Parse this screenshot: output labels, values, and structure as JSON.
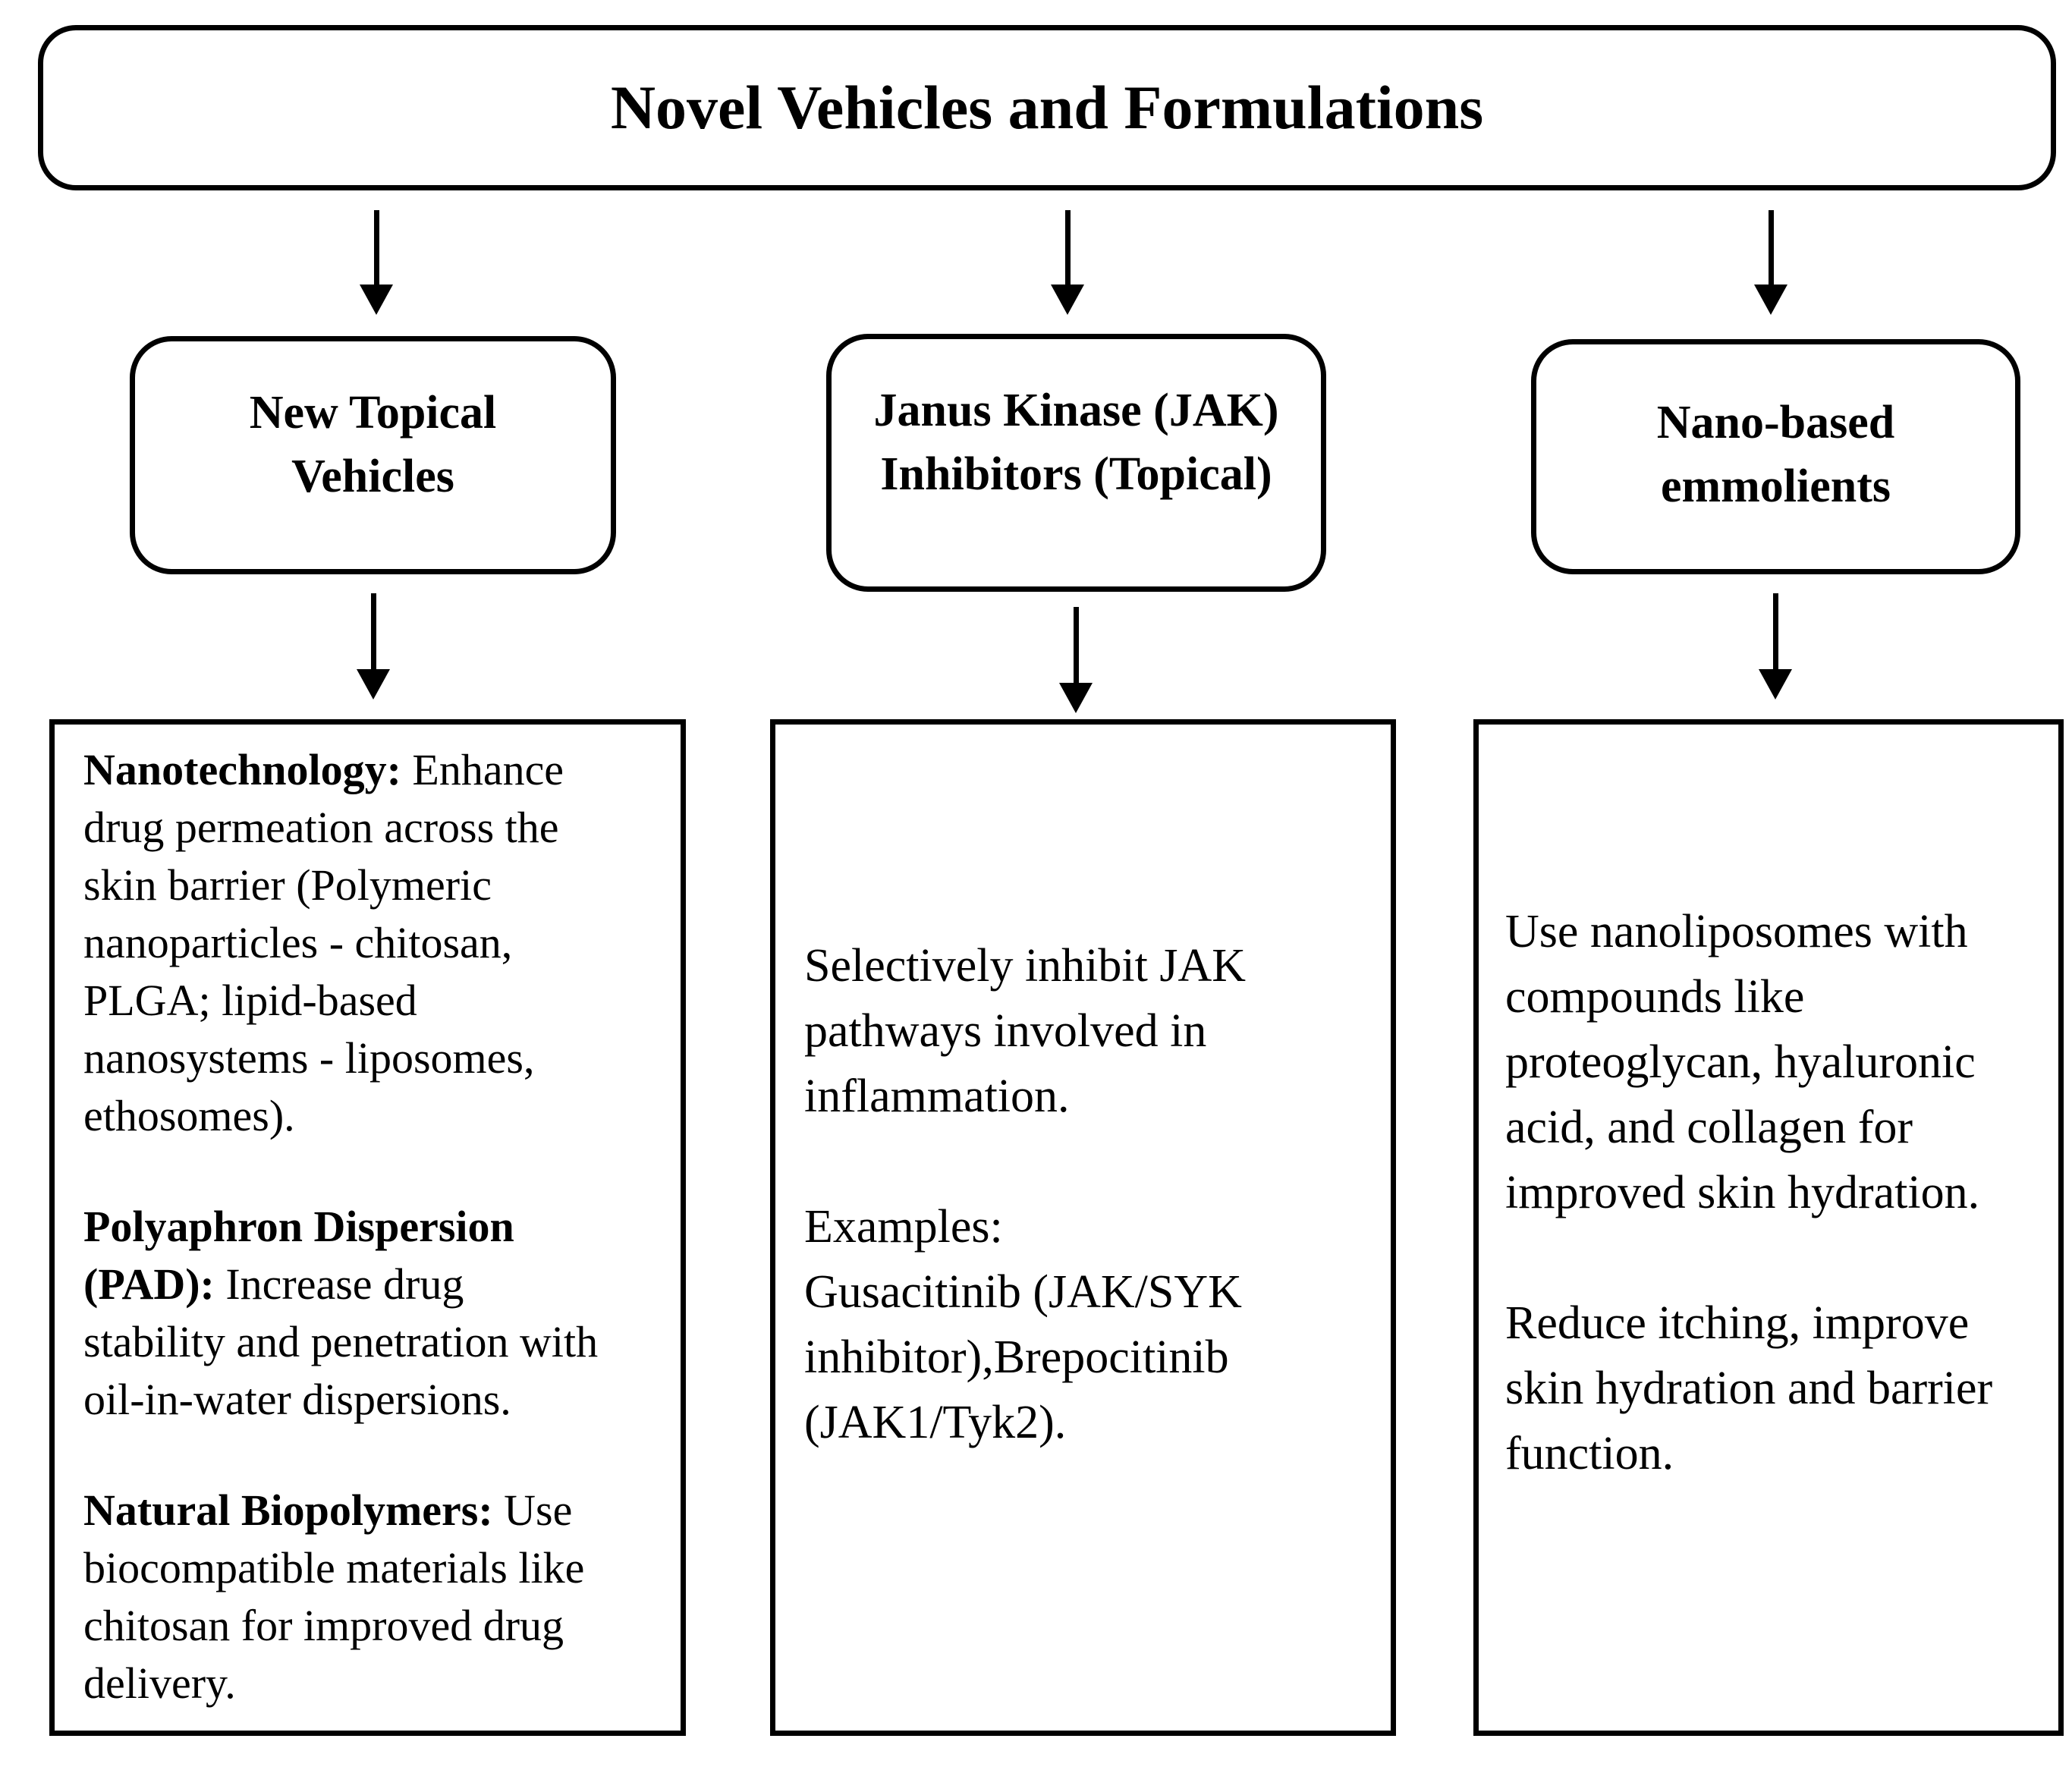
{
  "colors": {
    "ink": "#000000",
    "background": "#ffffff"
  },
  "title": "Novel Vehicles and Formulations",
  "branches": [
    {
      "id": "new-topical-vehicles",
      "label": "New Topical\nVehicles",
      "details": [
        {
          "term": "Nanotechnology:",
          "text": " Enhance\ndrug permeation across the\nskin barrier (Polymeric\nnanoparticles - chitosan,\nPLGA;  lipid-based\nnanosystems - liposomes,\nethosomes)."
        },
        {
          "term": "Polyaphron Dispersion\n(PAD):",
          "text": " Increase drug\nstability and penetration with\noil-in-water dispersions."
        },
        {
          "term": "Natural Biopolymers:",
          "text": " Use\nbiocompatible materials like\nchitosan for improved drug\ndelivery."
        }
      ]
    },
    {
      "id": "jak-inhibitors-topical",
      "label": "Janus Kinase (JAK)\nInhibitors (Topical)",
      "details": [
        {
          "term": "",
          "text": "Selectively inhibit JAK\npathways involved in\ninflammation."
        },
        {
          "term": "",
          "text": "Examples:\nGusacitinib (JAK/SYK\ninhibitor),Brepocitinib\n(JAK1/Tyk2)."
        }
      ]
    },
    {
      "id": "nano-based-emmolients",
      "label": "Nano-based\nemmolients",
      "details": [
        {
          "term": "",
          "text": "Use nanoliposomes with\ncompounds like\nproteoglycan, hyaluronic\nacid, and collagen for\nimproved skin hydration."
        },
        {
          "term": "",
          "text": "Reduce itching, improve\nskin hydration and barrier\nfunction."
        }
      ]
    }
  ]
}
